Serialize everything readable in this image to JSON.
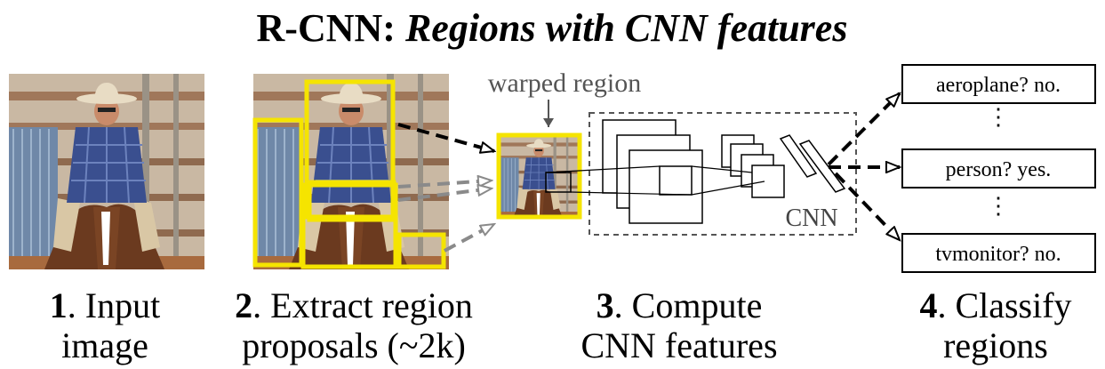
{
  "title": {
    "prefix": "R-CNN:",
    "emphasis": "Regions with CNN features"
  },
  "warped_label": "warped region",
  "cnn_label": "CNN",
  "classifications": [
    {
      "text": "aeroplane? no."
    },
    {
      "text": "person? yes."
    },
    {
      "text": "tvmonitor? no."
    }
  ],
  "steps": [
    {
      "num": "1",
      "line1": ". Input",
      "line2": "image"
    },
    {
      "num": "2",
      "line1": ". Extract region",
      "line2": "proposals (~2k)"
    },
    {
      "num": "3",
      "line1": ". Compute",
      "line2": "CNN features"
    },
    {
      "num": "4",
      "line1": ". Classify",
      "line2": "regions"
    }
  ],
  "colors": {
    "proposal_box": "#f5e400",
    "arrow_gray": "#8a8a8a",
    "arrow_black": "#000000",
    "sky": "#c9b8a3",
    "rail": "#a0775a",
    "shirt": "#3a4f8f",
    "horse": "#6b3a1f",
    "hat": "#e8dcc4"
  }
}
